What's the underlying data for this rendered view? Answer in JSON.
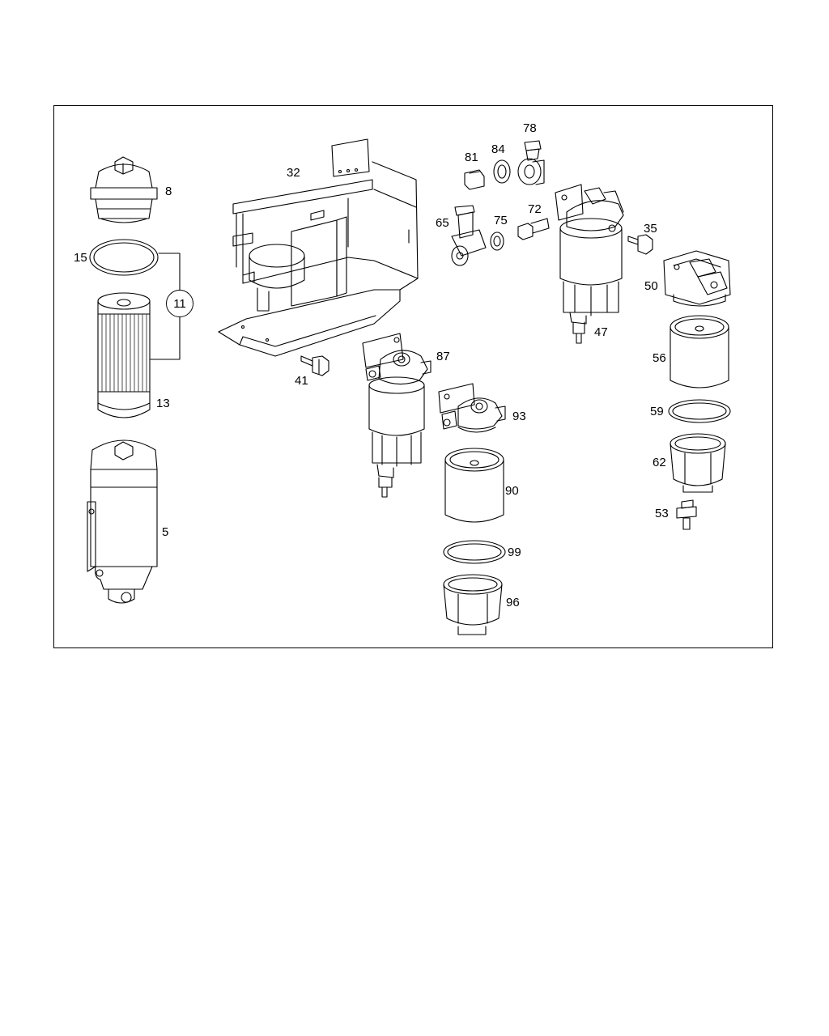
{
  "callouts": [
    {
      "id": "8",
      "text": "8"
    },
    {
      "id": "15",
      "text": "15"
    },
    {
      "id": "11",
      "text": "11"
    },
    {
      "id": "13",
      "text": "13"
    },
    {
      "id": "5",
      "text": "5"
    },
    {
      "id": "32",
      "text": "32"
    },
    {
      "id": "41",
      "text": "41"
    },
    {
      "id": "81",
      "text": "81"
    },
    {
      "id": "84",
      "text": "84"
    },
    {
      "id": "78",
      "text": "78"
    },
    {
      "id": "65",
      "text": "65"
    },
    {
      "id": "75",
      "text": "75"
    },
    {
      "id": "72",
      "text": "72"
    },
    {
      "id": "35",
      "text": "35"
    },
    {
      "id": "47",
      "text": "47"
    },
    {
      "id": "50",
      "text": "50"
    },
    {
      "id": "56",
      "text": "56"
    },
    {
      "id": "59",
      "text": "59"
    },
    {
      "id": "62",
      "text": "62"
    },
    {
      "id": "53",
      "text": "53"
    },
    {
      "id": "87",
      "text": "87"
    },
    {
      "id": "93",
      "text": "93"
    },
    {
      "id": "90",
      "text": "90"
    },
    {
      "id": "99",
      "text": "99"
    },
    {
      "id": "96",
      "text": "96"
    }
  ],
  "colors": {
    "line": "#000000",
    "background": "#ffffff"
  }
}
